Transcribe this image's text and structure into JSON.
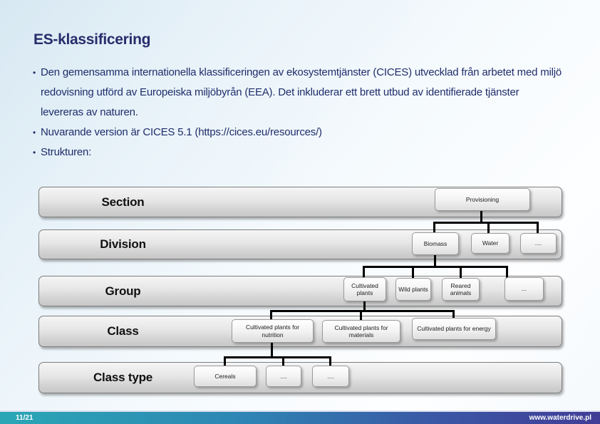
{
  "slide": {
    "title": "ES-klassificering",
    "bullets": [
      {
        "marker": "•",
        "text": "Den gemensamma internationella klassificeringen av ekosystemtjänster (CICES) utvecklad från arbetet med miljö"
      },
      {
        "marker": "",
        "text": "redovisning utförd av Europeiska miljöbyrån (EEA). Det inkluderar ett brett utbud av identifierade tjänster"
      },
      {
        "marker": "",
        "text": "levereras av naturen."
      },
      {
        "marker": "•",
        "text": "Nuvarande version är CICES 5.1 (https://cices.eu/resources/)"
      },
      {
        "marker": "•",
        "text": "Strukturen:"
      }
    ],
    "footer": {
      "page": "11/21",
      "url": "www.waterdrive.pl"
    }
  },
  "diagram": {
    "rows": [
      {
        "label": "Section",
        "boxes": [
          "Provisioning"
        ]
      },
      {
        "label": "Division",
        "boxes": [
          "Biomass",
          "Water",
          "...."
        ]
      },
      {
        "label": "Group",
        "boxes": [
          "Cultivated plants",
          "Wild plants",
          "Reared animals",
          "..."
        ]
      },
      {
        "label": "Class",
        "boxes": [
          "Cultivated plants for nutrition",
          "Cultivated plants for materials",
          "Cultivated plants for energy"
        ]
      },
      {
        "label": "Class type",
        "boxes": [
          "Cereals",
          "....",
          "...."
        ]
      }
    ],
    "edges": [
      {
        "from": "Provisioning",
        "to": [
          "Biomass",
          "Water",
          "...."
        ]
      },
      {
        "from": "Biomass",
        "to": [
          "Cultivated plants",
          "Wild plants",
          "Reared animals",
          "..."
        ]
      },
      {
        "from": "Cultivated plants",
        "to": [
          "Cultivated plants for nutrition",
          "Cultivated plants for materials",
          "Cultivated plants for energy"
        ]
      },
      {
        "from": "Cultivated plants for nutrition",
        "to": [
          "Cereals",
          "....",
          "...."
        ]
      }
    ]
  },
  "colors": {
    "title": "#282c6b",
    "body_text": "#1f2d6b",
    "footer_gradient_left": "#2aa7b5",
    "footer_gradient_right": "#413d96",
    "bar_fill": "#d9d9d9",
    "box_border": "#9a9a9a",
    "connector": "#000000"
  }
}
